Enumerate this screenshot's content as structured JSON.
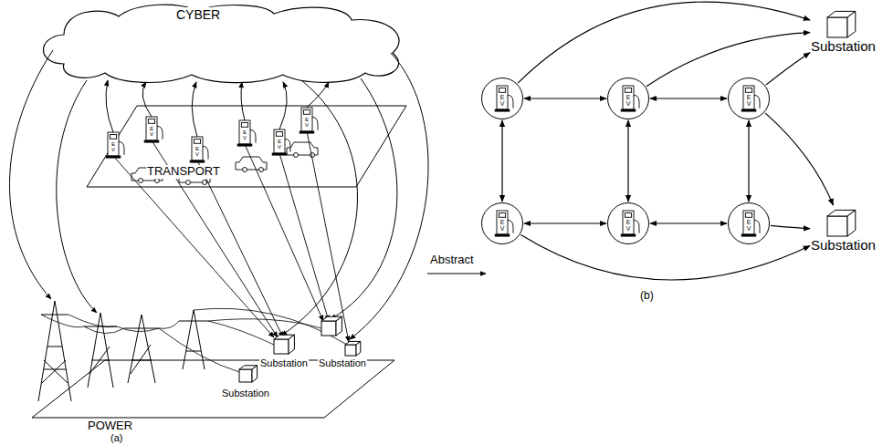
{
  "diagram": {
    "nodes": [
      {
        "text": [
          "E V"
        ]
      },
      {
        "text": [
          "E V"
        ]
      },
      {
        "text": [
          "E V"
        ]
      },
      {
        "text": [
          "E V"
        ]
      },
      {
        "text": [
          "E V"
        ]
      },
      {
        "text": [
          "E V"
        ]
      },
      {
        "text": [
          "Substation"
        ]
      },
      {
        "text": [
          "Substation"
        ]
      }
    ],
    "edges": [
      {
        "from": 0,
        "to": 1,
        "arrow": "both"
      },
      {
        "from": 1,
        "to": 2,
        "arrow": "both"
      },
      {
        "from": 3,
        "to": 4,
        "arrow": "both"
      },
      {
        "from": 4,
        "to": 5,
        "arrow": "both"
      },
      {
        "from": 0,
        "to": 3,
        "arrow": "both"
      },
      {
        "from": 1,
        "to": 4,
        "arrow": "both"
      },
      {
        "from": 2,
        "to": 5,
        "arrow": "both"
      },
      {
        "from": 0,
        "to": 6,
        "arrow": "to"
      },
      {
        "from": 1,
        "to": 6,
        "arrow": "to"
      },
      {
        "from": 2,
        "to": 6,
        "arrow": "to"
      },
      {
        "from": 2,
        "to": 7,
        "arrow": "to"
      },
      {
        "from": 5,
        "to": 7,
        "arrow": "to"
      },
      {
        "from": 3,
        "to": 7,
        "arrow": "to"
      }
    ],
    "labels": [
      "CYBER",
      "E V",
      "E V",
      "E V",
      "E V",
      "E V",
      "E V",
      "TRANSPORT",
      "Substation",
      "Substation",
      "Substation",
      "POWER",
      "(a)",
      "Abstract",
      "(b)"
    ]
  }
}
